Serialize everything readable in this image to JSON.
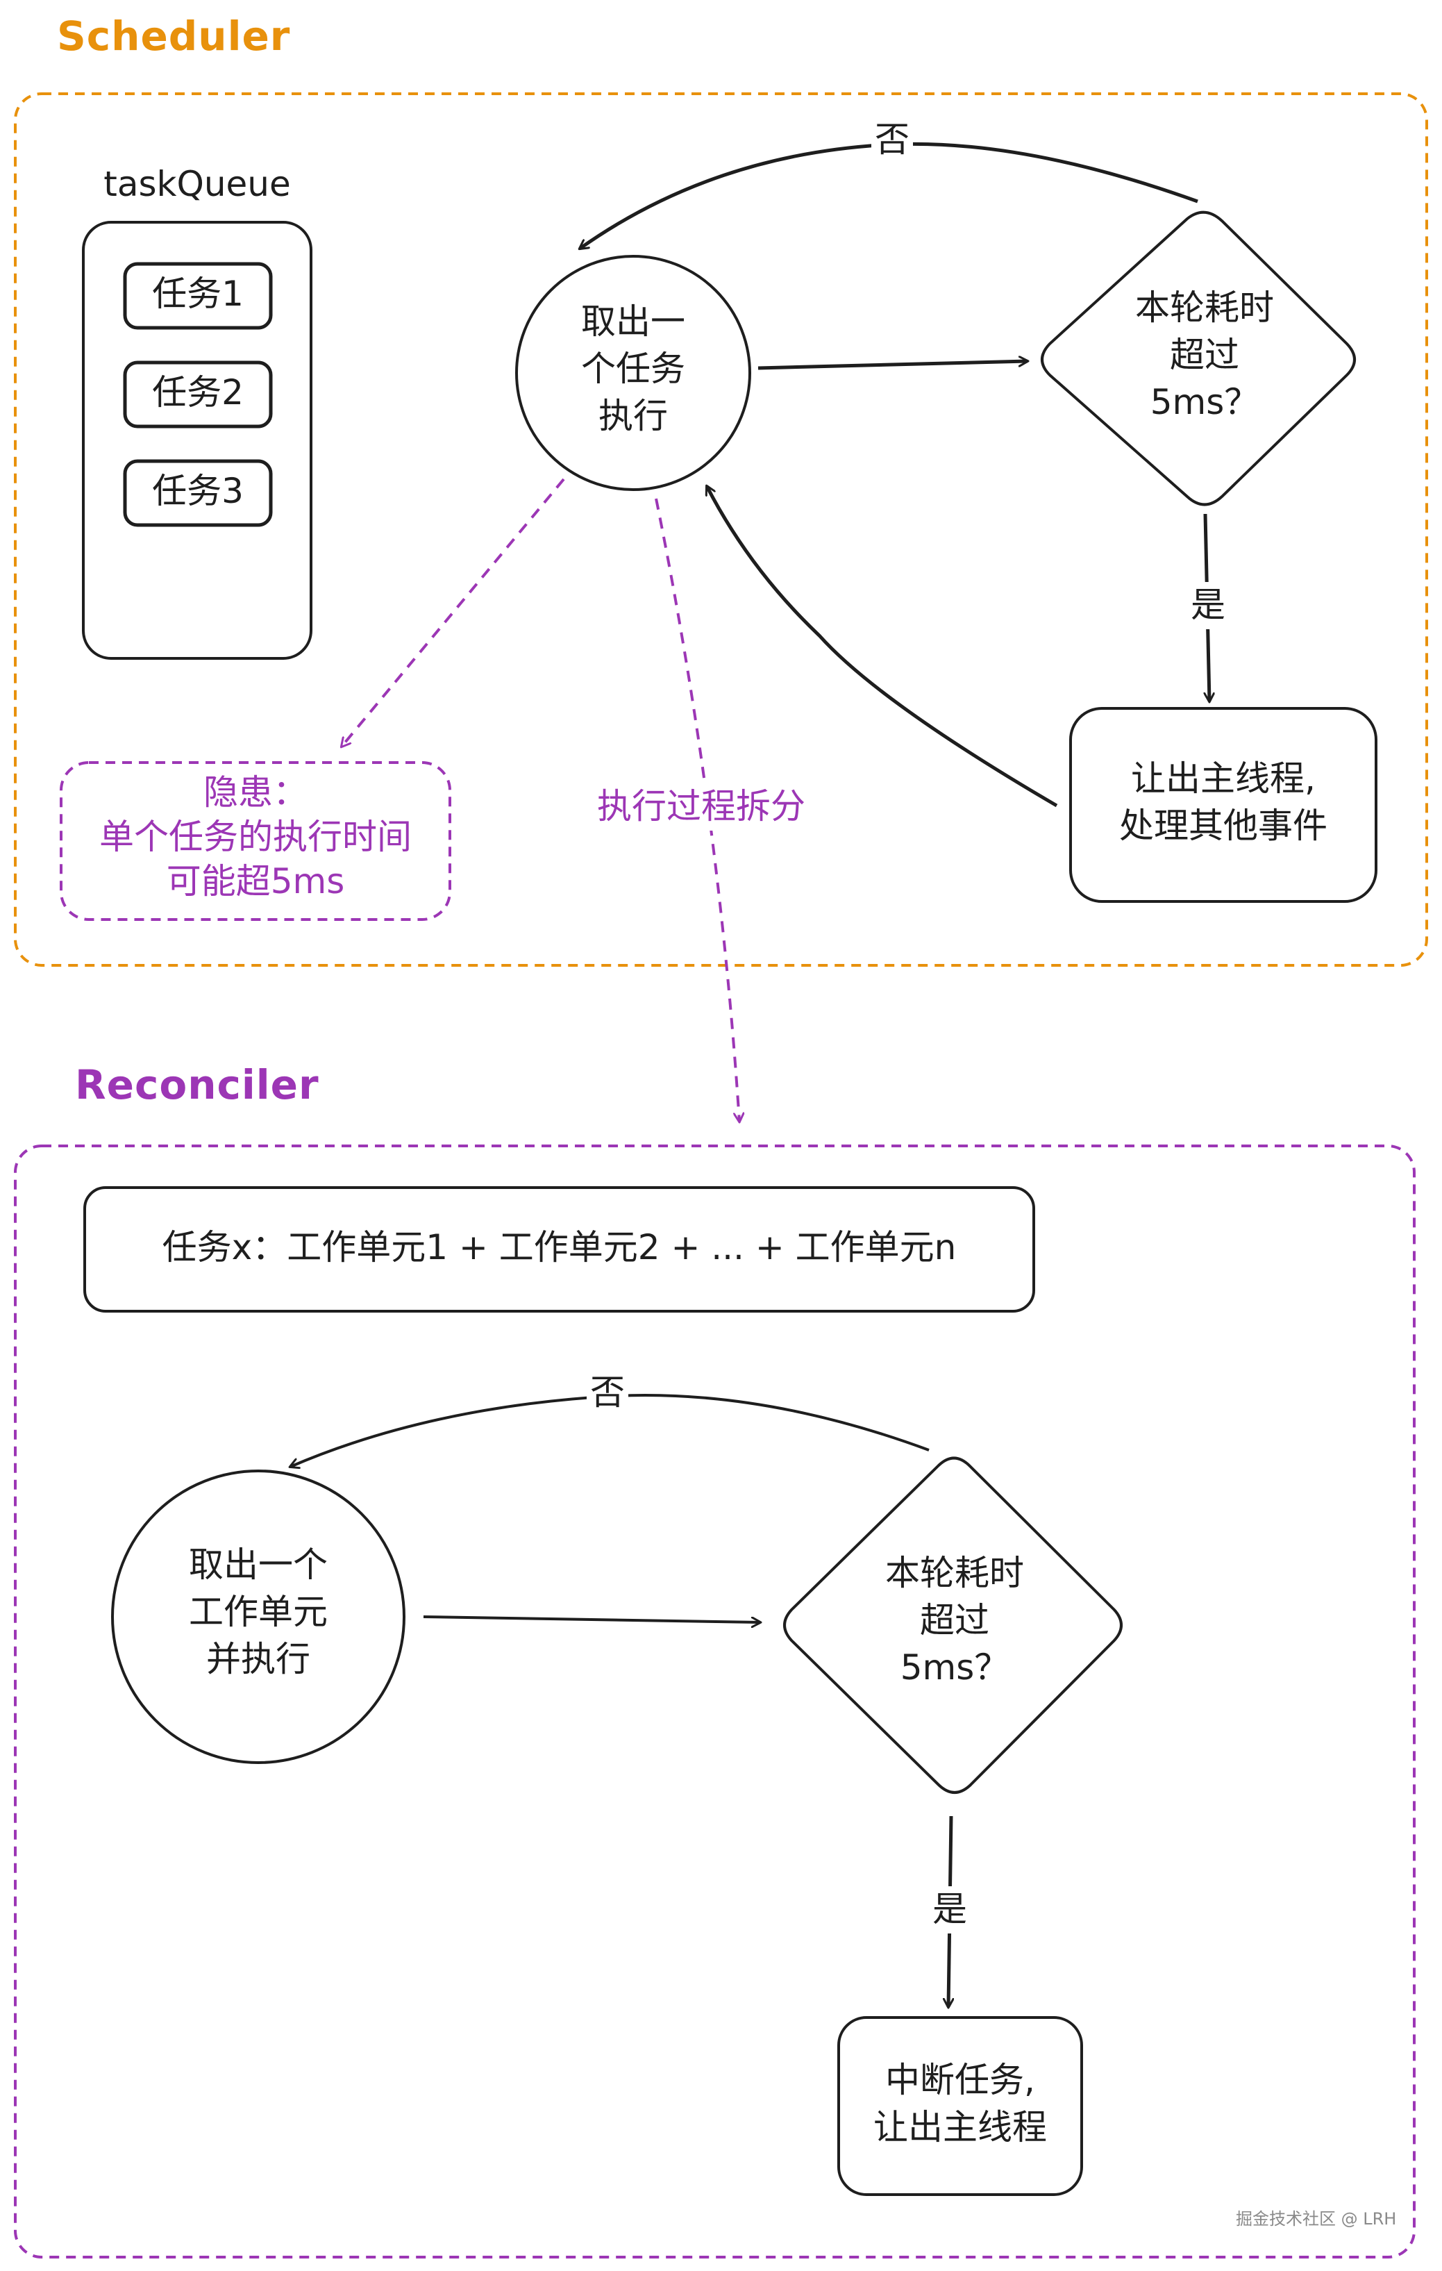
{
  "scheduler": {
    "title": "Scheduler",
    "queue_label": "taskQueue",
    "queue_items": [
      "任务1",
      "任务2",
      "任务3"
    ],
    "take_task_lines": [
      "取出一",
      "个任务",
      "执行"
    ],
    "decision_lines": [
      "本轮耗时",
      "超过",
      "5ms？"
    ],
    "no_label": "否",
    "yes_label": "是",
    "yield_lines": [
      "让出主线程,",
      "处理其他事件"
    ],
    "risk_lines": [
      "隐患：",
      "单个任务的执行时间",
      "可能超5ms"
    ],
    "split_label": "执行过程拆分"
  },
  "reconciler": {
    "title": "Reconciler",
    "task_formula": "任务x：工作单元1 + 工作单元2 + ... + 工作单元n",
    "take_unit_lines": [
      "取出一个",
      "工作单元",
      "并执行"
    ],
    "decision_lines": [
      "本轮耗时",
      "超过",
      "5ms？"
    ],
    "no_label": "否",
    "yes_label": "是",
    "interrupt_lines": [
      "中断任务,",
      "让出主线程"
    ]
  },
  "watermark": "掘金技术社区 @ LRH",
  "colors": {
    "scheduler_border": "#e8910c",
    "reconciler_border": "#9c36b5",
    "stroke": "#1e1e1e",
    "note": "#9c36b5"
  }
}
